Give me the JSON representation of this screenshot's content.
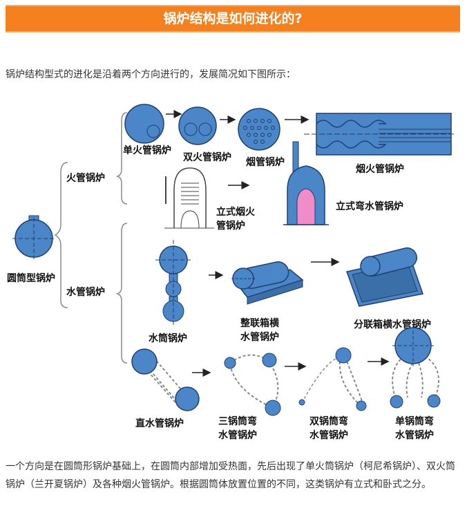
{
  "header": {
    "title": "锅炉结构是如何进化的?"
  },
  "intro": "锅炉结构型式的进化是沿着两个方向进行的，发展简况如下图所示：",
  "diagram": {
    "root": "圆筒型锅炉",
    "branch_fire": "火管锅炉",
    "branch_water": "水管锅炉",
    "single_fire_tube": "单火管锅炉",
    "double_fire_tube": "双火管锅炉",
    "smoke_tube": "烟管锅炉",
    "smoke_fire_tube": "烟火管锅炉",
    "vertical_smoke_fire_1": "立式烟火",
    "vertical_smoke_fire_2": "管锅炉",
    "vertical_bent_water_tube": "立式弯水管锅炉",
    "water_drum": "水筒锅炉",
    "integrated_header_1": "整联箱横",
    "integrated_header_2": "水管锅炉",
    "sectional_header": "分联箱横水管锅炉",
    "straight_water_tube": "直水管锅炉",
    "three_drum_1": "三锅筒弯",
    "three_drum_2": "水管锅炉",
    "double_drum_1": "双锅筒弯",
    "double_drum_2": "水管锅炉",
    "single_drum_1": "单锅筒弯",
    "single_drum_2": "水管锅炉",
    "colors": {
      "fill": "#4a86c8",
      "stroke": "#1f3f6e",
      "pink": "#f08cc8"
    }
  },
  "body_text": "一个方向是在圆筒形锅炉基础上，在圆筒内部增加受热面，先后出现了单火筒锅炉（柯尼希锅炉）、双火筒锅炉（兰开夏锅炉）及各种烟火管锅炉。根据圆筒体放置位置的不同，这类锅炉有立式和卧式之分。"
}
